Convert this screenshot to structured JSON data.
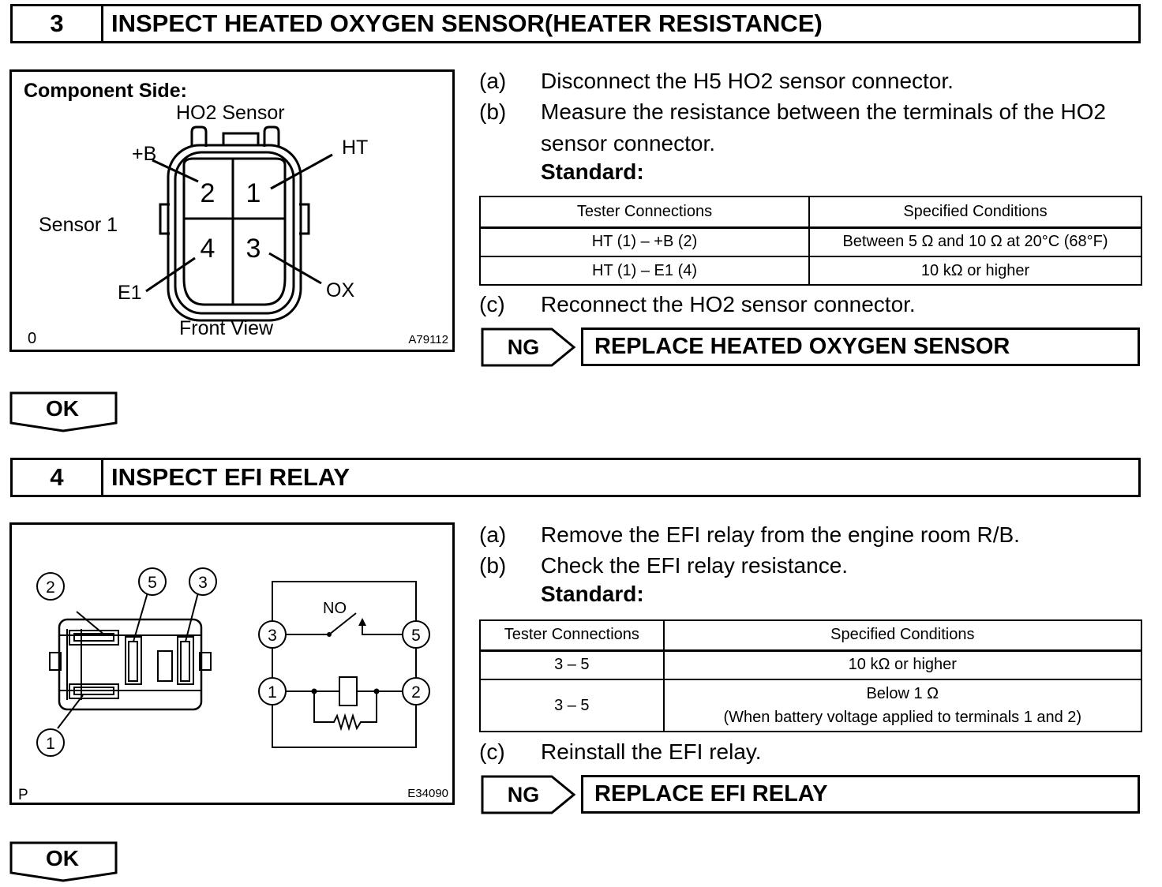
{
  "step3": {
    "number": "3",
    "title": "INSPECT HEATED OXYGEN SENSOR(HEATER RESISTANCE)",
    "figure": {
      "heading": "Component Side:",
      "sensor_label": "HO2 Sensor",
      "sensor_position": "Sensor 1",
      "terminals": {
        "t1": "1",
        "t2": "2",
        "t3": "3",
        "t4": "4"
      },
      "terminal_names": {
        "ht": "HT",
        "plus_b": "+B",
        "e1": "E1",
        "ox": "OX"
      },
      "view_label": "Front View",
      "corner_code": "0",
      "figure_id": "A79112"
    },
    "steps": [
      {
        "label": "(a)",
        "text": "Disconnect the H5 HO2 sensor connector."
      },
      {
        "label": "(b)",
        "text": "Measure the resistance between the terminals of the HO2",
        "text2": "sensor connector."
      },
      {
        "label": "(c)",
        "text": "Reconnect the HO2 sensor connector."
      }
    ],
    "standard_label": "Standard:",
    "table": {
      "headers": [
        "Tester Connections",
        "Specified Conditions"
      ],
      "rows": [
        [
          "HT (1) – +B (2)",
          "Between 5 Ω and 10 Ω at 20°C (68°F)"
        ],
        [
          "HT (1) – E1 (4)",
          "10 kΩ or higher"
        ]
      ]
    },
    "ng_label": "NG",
    "ng_action": "REPLACE HEATED OXYGEN SENSOR",
    "ok_label": "OK"
  },
  "step4": {
    "number": "4",
    "title": "INSPECT EFI RELAY",
    "figure": {
      "pins": {
        "p1": "1",
        "p2": "2",
        "p3": "3",
        "p5": "5"
      },
      "no_label": "NO",
      "corner_code": "P",
      "figure_id": "E34090"
    },
    "steps": [
      {
        "label": "(a)",
        "text": "Remove the EFI relay from the engine room R/B."
      },
      {
        "label": "(b)",
        "text": "Check the EFI relay resistance."
      },
      {
        "label": "(c)",
        "text": "Reinstall the EFI relay."
      }
    ],
    "standard_label": "Standard:",
    "table": {
      "headers": [
        "Tester Connections",
        "Specified Conditions"
      ],
      "rows": [
        [
          "3 – 5",
          "10 kΩ or higher"
        ],
        [
          "3 – 5",
          "Below 1 Ω",
          "(When battery voltage applied to terminals 1 and 2)"
        ]
      ]
    },
    "ng_label": "NG",
    "ng_action": "REPLACE EFI RELAY",
    "ok_label": "OK"
  }
}
